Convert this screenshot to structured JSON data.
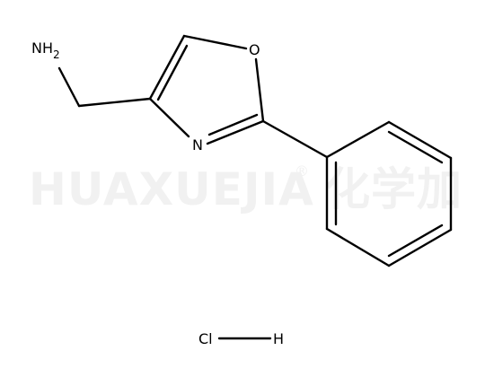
{
  "watermark": {
    "brand": "HUAXUEJIA",
    "registered": "®",
    "chinese": "化学加"
  },
  "molecule": {
    "atoms": {
      "amine_N": "NH",
      "amine_subscript": "2",
      "ring_O": "O",
      "ring_N": "N"
    },
    "salt": {
      "chlorine": "Cl",
      "hydrogen": "H"
    }
  }
}
